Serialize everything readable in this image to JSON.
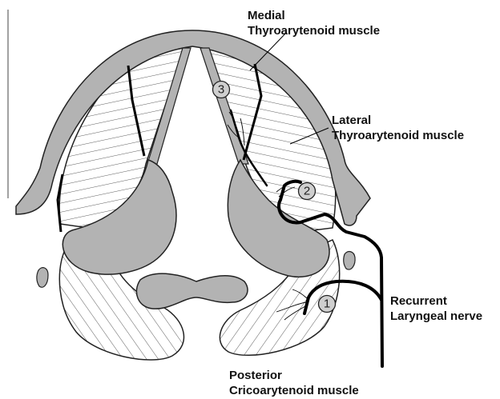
{
  "labels": {
    "medial_line1": "Medial",
    "medial_line2": "Thyroarytenoid muscle",
    "lateral_line1": "Lateral",
    "lateral_line2": "Thyroarytenoid muscle",
    "nerve_line1": "Recurrent",
    "nerve_line2": "Laryngeal nerve",
    "posterior_line1": "Posterior",
    "posterior_line2": "Cricoarytenoid muscle"
  },
  "markers": [
    "3",
    "2",
    "1"
  ],
  "colors": {
    "cartilage": "#b3b3b3",
    "outline": "#222222",
    "nerve": "#000000",
    "muscle_fill": "#ffffff",
    "marker_fill": "#cfcfcf"
  }
}
